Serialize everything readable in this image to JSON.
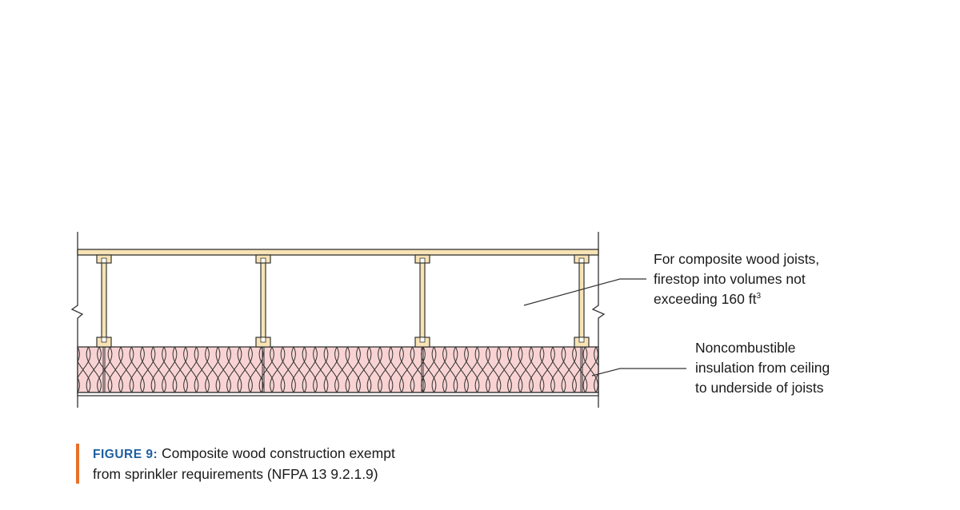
{
  "callouts": {
    "firestop": {
      "line1": "For composite wood joists,",
      "line2": "firestop into volumes not",
      "line3": "exceeding 160 ft",
      "line3_sup": "3"
    },
    "insulation": {
      "line1": "Noncombustible",
      "line2": "insulation from ceiling",
      "line3": "to underside of joists"
    }
  },
  "caption": {
    "label": "FIGURE 9:",
    "line1": "Composite wood construction exempt",
    "line2": "from sprinkler requirements (NFPA 13 9.2.1.9)"
  },
  "colors": {
    "wood": "#f7e3b5",
    "insulation": "#f9d3d3",
    "line": "#333333",
    "caption_label": "#1d5fa0",
    "caption_bar": "#e8702a"
  }
}
